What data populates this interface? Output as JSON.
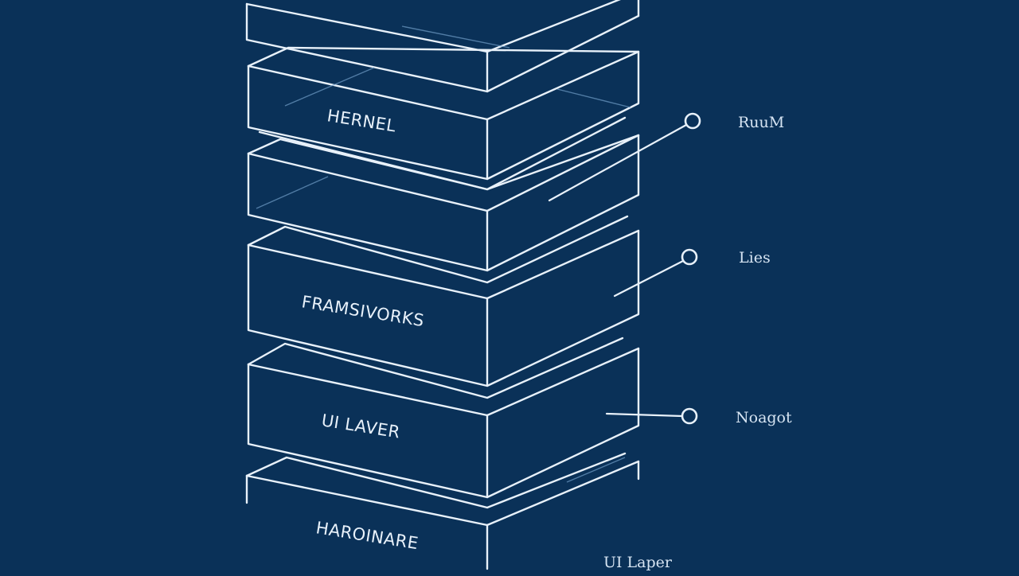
{
  "colors": {
    "background": "#0a3158",
    "line": "#e8f1fa",
    "glint": "#6f9cc6"
  },
  "layers": [
    {
      "id": "top-slab",
      "label": ""
    },
    {
      "id": "kernel",
      "label": "HERNEL"
    },
    {
      "id": "middle-slab",
      "label": ""
    },
    {
      "id": "frameworks",
      "label": "FRAMSIVORKS"
    },
    {
      "id": "ui-layer",
      "label": "UI LAVER"
    },
    {
      "id": "hardware",
      "label": "HAROINARE"
    }
  ],
  "callouts": [
    {
      "id": "raw",
      "label": "RuuM"
    },
    {
      "id": "libs",
      "label": "Lies"
    },
    {
      "id": "noagot",
      "label": "Noagot"
    }
  ],
  "caption": "UI Laper"
}
